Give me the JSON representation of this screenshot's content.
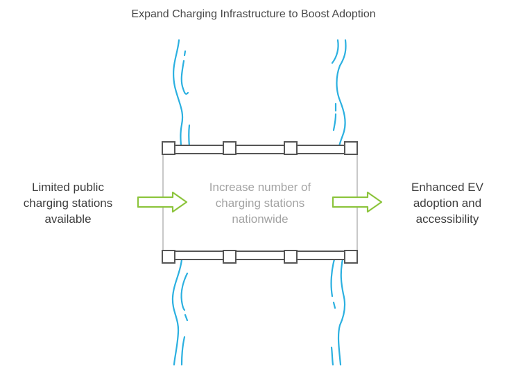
{
  "title": "Expand Charging Infrastructure to Boost Adoption",
  "input": {
    "label": "Limited public charging stations available",
    "lines": [
      "Limited public",
      "charging stations",
      "available"
    ]
  },
  "process": {
    "label": "Increase number of charging stations nationwide",
    "lines": [
      "Increase number of",
      "charging stations",
      "nationwide"
    ]
  },
  "output": {
    "label": "Enhanced EV adoption and accessibility",
    "lines": [
      "Enhanced EV",
      "adoption and",
      "accessibility"
    ]
  },
  "colors": {
    "stream": "#2bb0e0",
    "arrow": "#8cc43c",
    "frame": "#555555",
    "text": "#3d3d3d",
    "process_text": "#a3a3a3"
  },
  "icons": {
    "flow_arrow": "arrow-right-outline",
    "stream": "wavy-water-line",
    "bridge": "bridge-frame"
  }
}
